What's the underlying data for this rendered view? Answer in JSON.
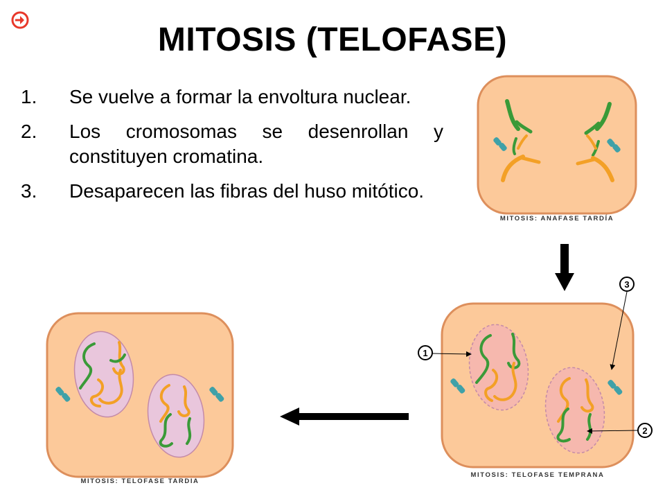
{
  "title": "MITOSIS (TELOFASE)",
  "nav": {
    "back_icon": "back-arrow-circle-icon",
    "accent": "#e8382a"
  },
  "steps": [
    {
      "num": "1.",
      "text": "Se vuelve a formar la envoltura nuclear."
    },
    {
      "num": "2.",
      "text": "Los cromosomas se desenrollan y constituyen cromatina."
    },
    {
      "num": "3.",
      "text": "Desaparecen las fibras del huso mitótico."
    }
  ],
  "panels": {
    "anaphase": {
      "label": "MITOSIS: ANAFASE TARDÍA"
    },
    "early_telophase": {
      "label": "MITOSIS: TELOFASE TEMPRANA"
    },
    "late_telophase": {
      "label": "MITOSIS: TELOFASE TARDIA"
    }
  },
  "markers": [
    "1",
    "2",
    "3"
  ],
  "colors": {
    "cytoplasm": "#fcc99a",
    "cell_border": "#dd8f5c",
    "nucleus_early": "#f6b8ae",
    "nucleus_late": "#e9c6dc",
    "nucleus_border": "#c38aa8",
    "chromatin_green": "#3a9a38",
    "chromatin_orange": "#f3a026",
    "centriole": "#3fa1a8"
  }
}
